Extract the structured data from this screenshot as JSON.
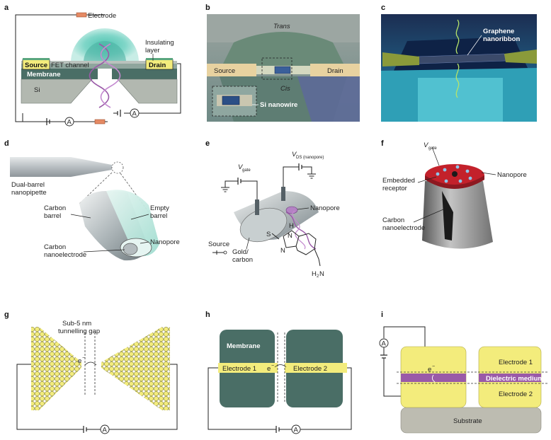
{
  "panels": {
    "a": {
      "label": "a",
      "electrode": "Electrode",
      "insulating1": "Insulating",
      "insulating2": "layer",
      "source": "Source",
      "fet": "FET channel",
      "drain": "Drain",
      "membrane": "Membrane",
      "si": "Si",
      "ammeter1": "A",
      "ammeter2": "A"
    },
    "b": {
      "label": "b",
      "trans": "Trans",
      "cis": "Cis",
      "source": "Source",
      "drain": "Drain",
      "nanowire": "Si nanowire"
    },
    "c": {
      "label": "c",
      "ribbon1": "Graphene",
      "ribbon2": "nanoribbon"
    },
    "d": {
      "label": "d",
      "pipette1": "Dual-barrel",
      "pipette2": "nanopipette",
      "carbon_barrel1": "Carbon",
      "carbon_barrel2": "barrel",
      "empty1": "Empty",
      "empty2": "barrel",
      "carbon_nano1": "Carbon",
      "carbon_nano2": "nanoelectrode",
      "nanopore": "Nanopore"
    },
    "e": {
      "label": "e",
      "vgate": "V",
      "vgate_sub": "gate",
      "vds": "V",
      "vds_sub": "DS (nanopore)",
      "source": "Source",
      "nanopore": "Nanopore",
      "gold1": "Gold/",
      "gold2": "carbon",
      "atom_s": "S",
      "atom_h": "H",
      "atom_n1": "N",
      "atom_n2": "N",
      "nh2": "H",
      "nh2_sub": "2",
      "nh2_n": "N"
    },
    "f": {
      "label": "f",
      "vgate": "V",
      "vgate_sub": "gate",
      "embedded1": "Embedded",
      "embedded2": "receptor",
      "nanopore": "Nanopore",
      "carbon1": "Carbon",
      "carbon2": "nanoelectrode"
    },
    "g": {
      "label": "g",
      "gap1": "Sub-5 nm",
      "gap2": "tunnelling gap",
      "electron": "e",
      "electron_sup": "−",
      "ammeter": "A"
    },
    "h": {
      "label": "h",
      "membrane": "Membrane",
      "electrode1": "Electrode 1",
      "electron": "e",
      "electron_sup": "−",
      "electrode2": "Electrode 2",
      "ammeter": "A"
    },
    "i": {
      "label": "i",
      "ammeter": "A",
      "electron": "e",
      "electron_sup": "−",
      "electrode1": "Electrode 1",
      "dielectric": "Dielectric medium",
      "electrode2": "Electrode 2",
      "substrate": "Substrate"
    }
  },
  "colors": {
    "yellow": "#f3ec7c",
    "teal_dark": "#4a6e66",
    "gray_si": "#b2b8b0",
    "purple": "#9a5aa8",
    "teal_light": "#7fd6c8",
    "tan": "#e8d2a0",
    "substrate": "#bdbcb1"
  }
}
